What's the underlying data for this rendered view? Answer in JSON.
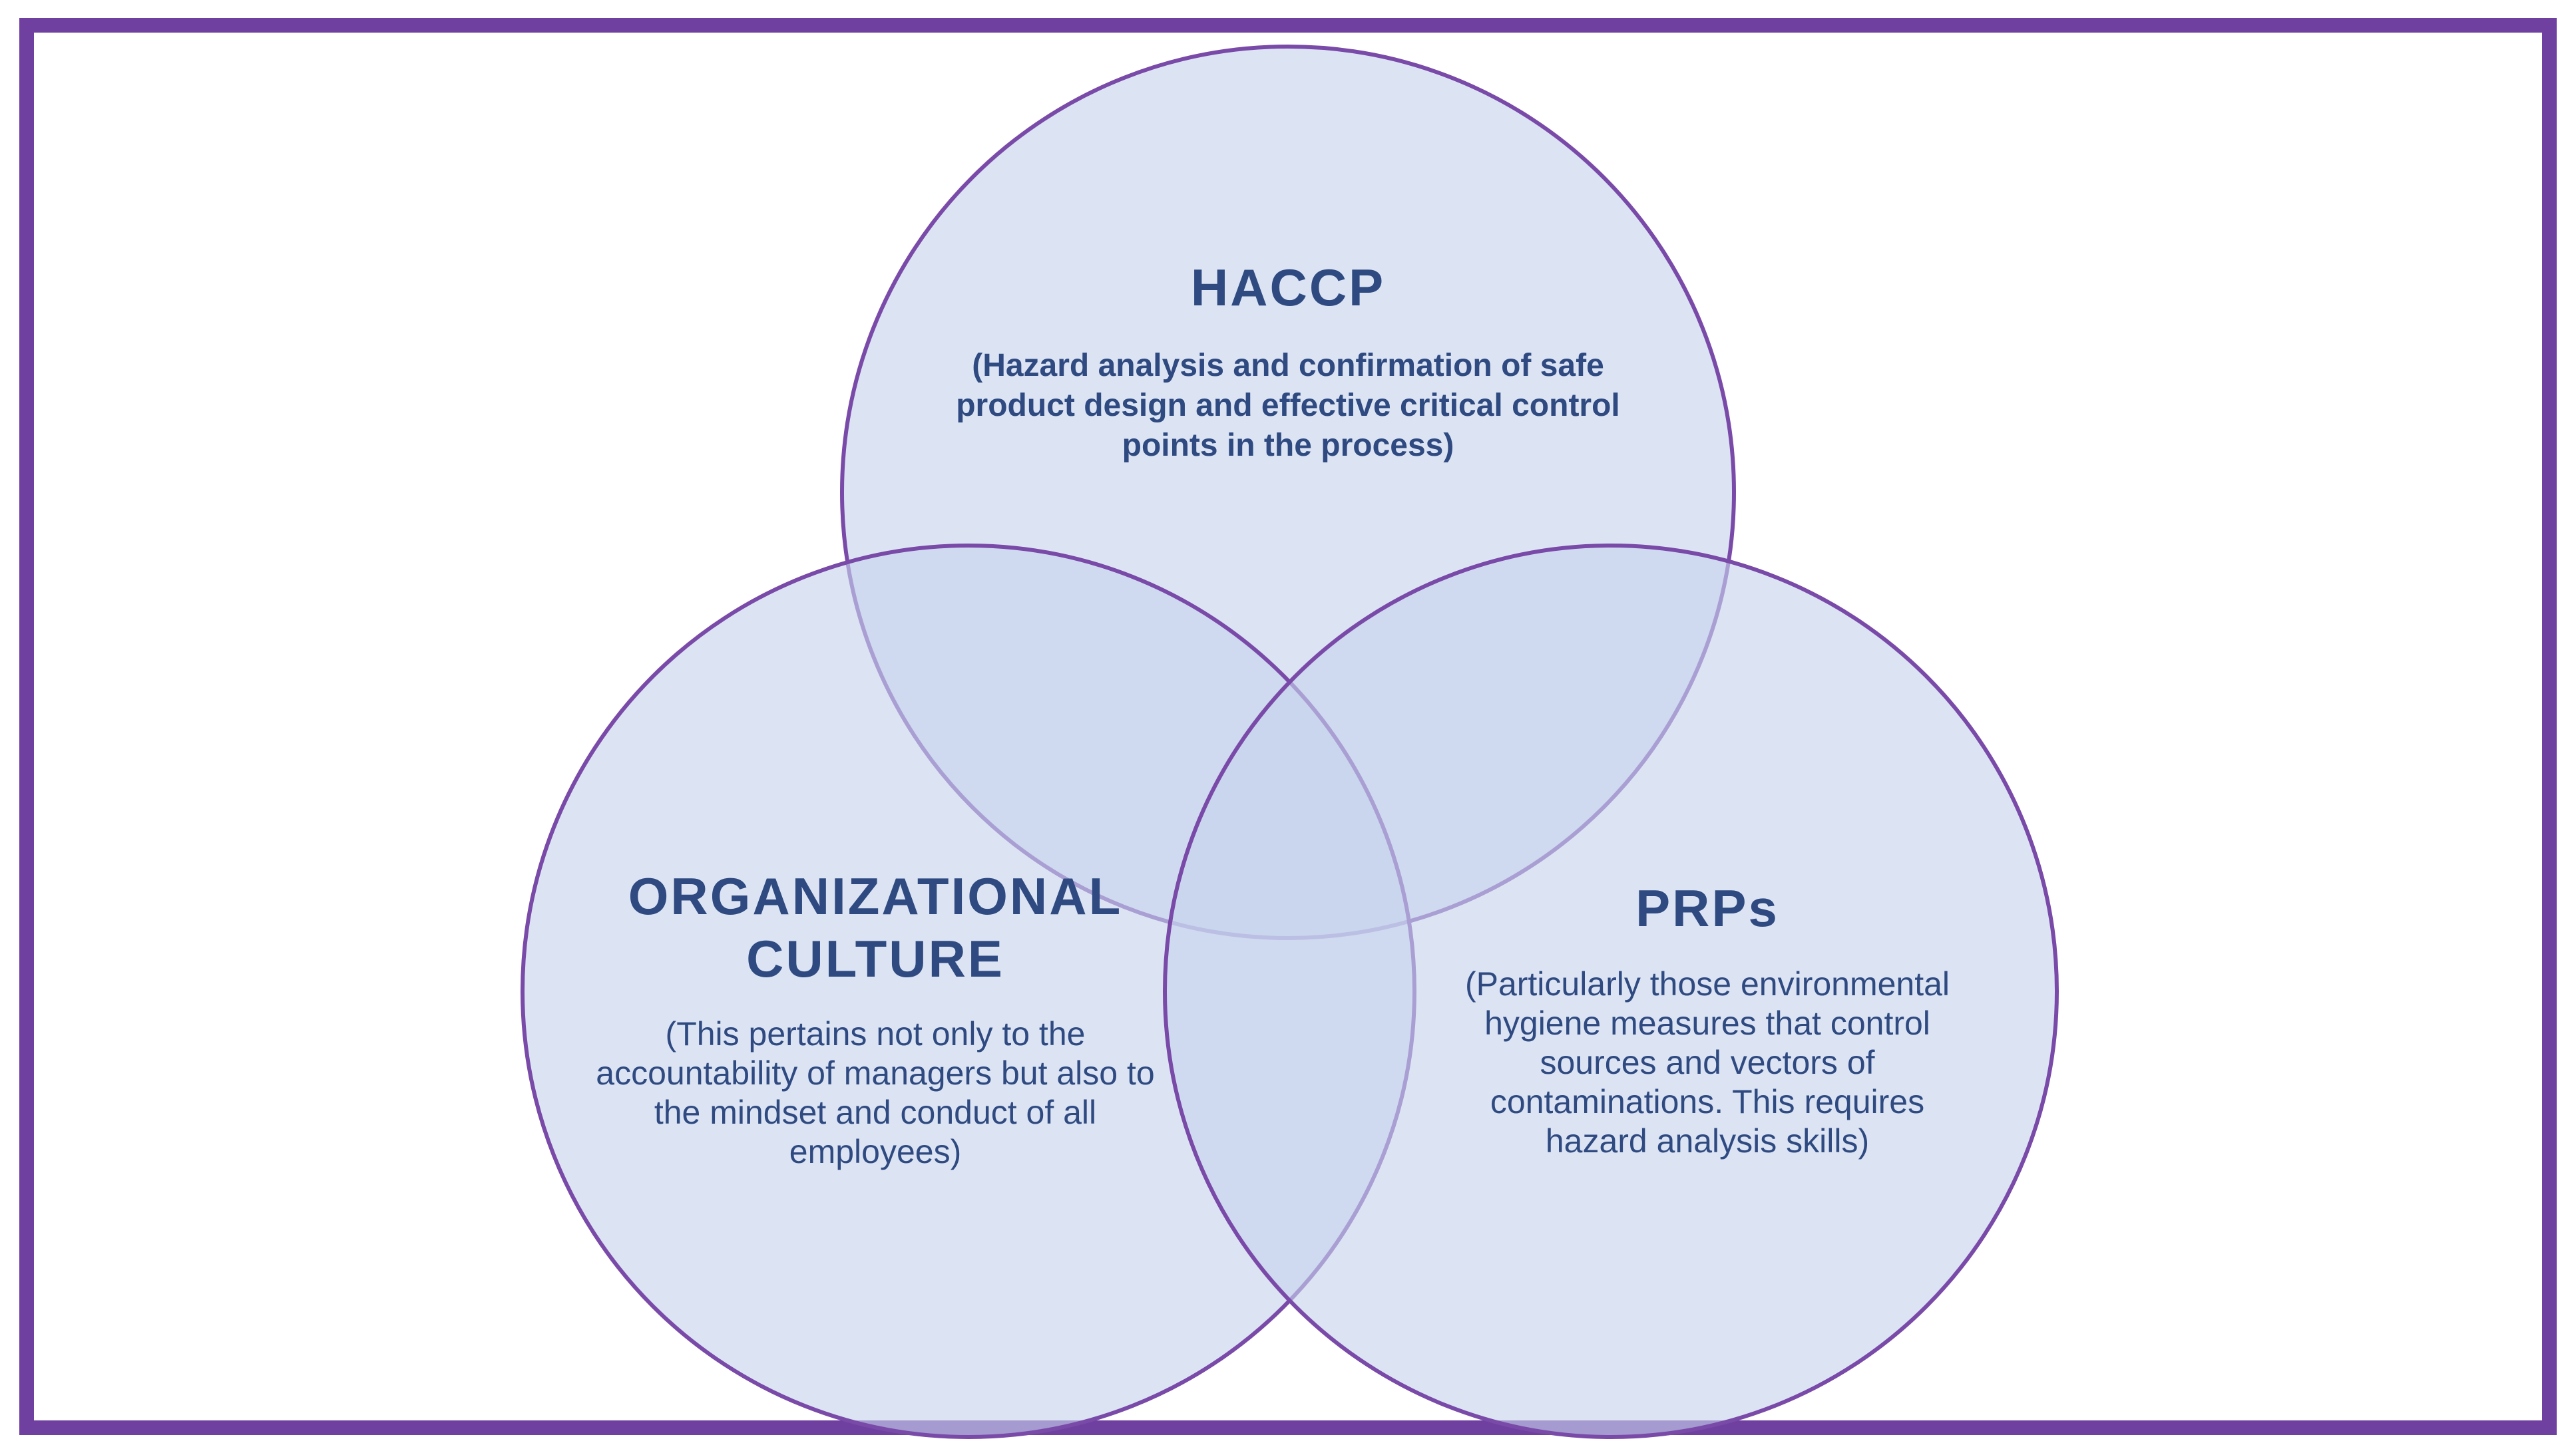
{
  "colors": {
    "frame": "#7040a0",
    "circle_stroke": "#7a4aa8",
    "circle_fill": "#c7d3ee",
    "text": "#2f4a80",
    "background": "#ffffff"
  },
  "sets": [
    {
      "id": "haccp",
      "title": "HACCP",
      "description": "(Hazard analysis and confirmation of safe product design and effective critical control points in the process)"
    },
    {
      "id": "organizational-culture",
      "title": "ORGANIZATIONAL CULTURE",
      "description": "(This pertains not only to the accountability of managers but also to the mindset and conduct of all employees)"
    },
    {
      "id": "prps",
      "title": "PRPs",
      "description": "(Particularly those environmental hygiene measures that control sources and vectors of contaminations. This requires hazard analysis skills)"
    }
  ]
}
